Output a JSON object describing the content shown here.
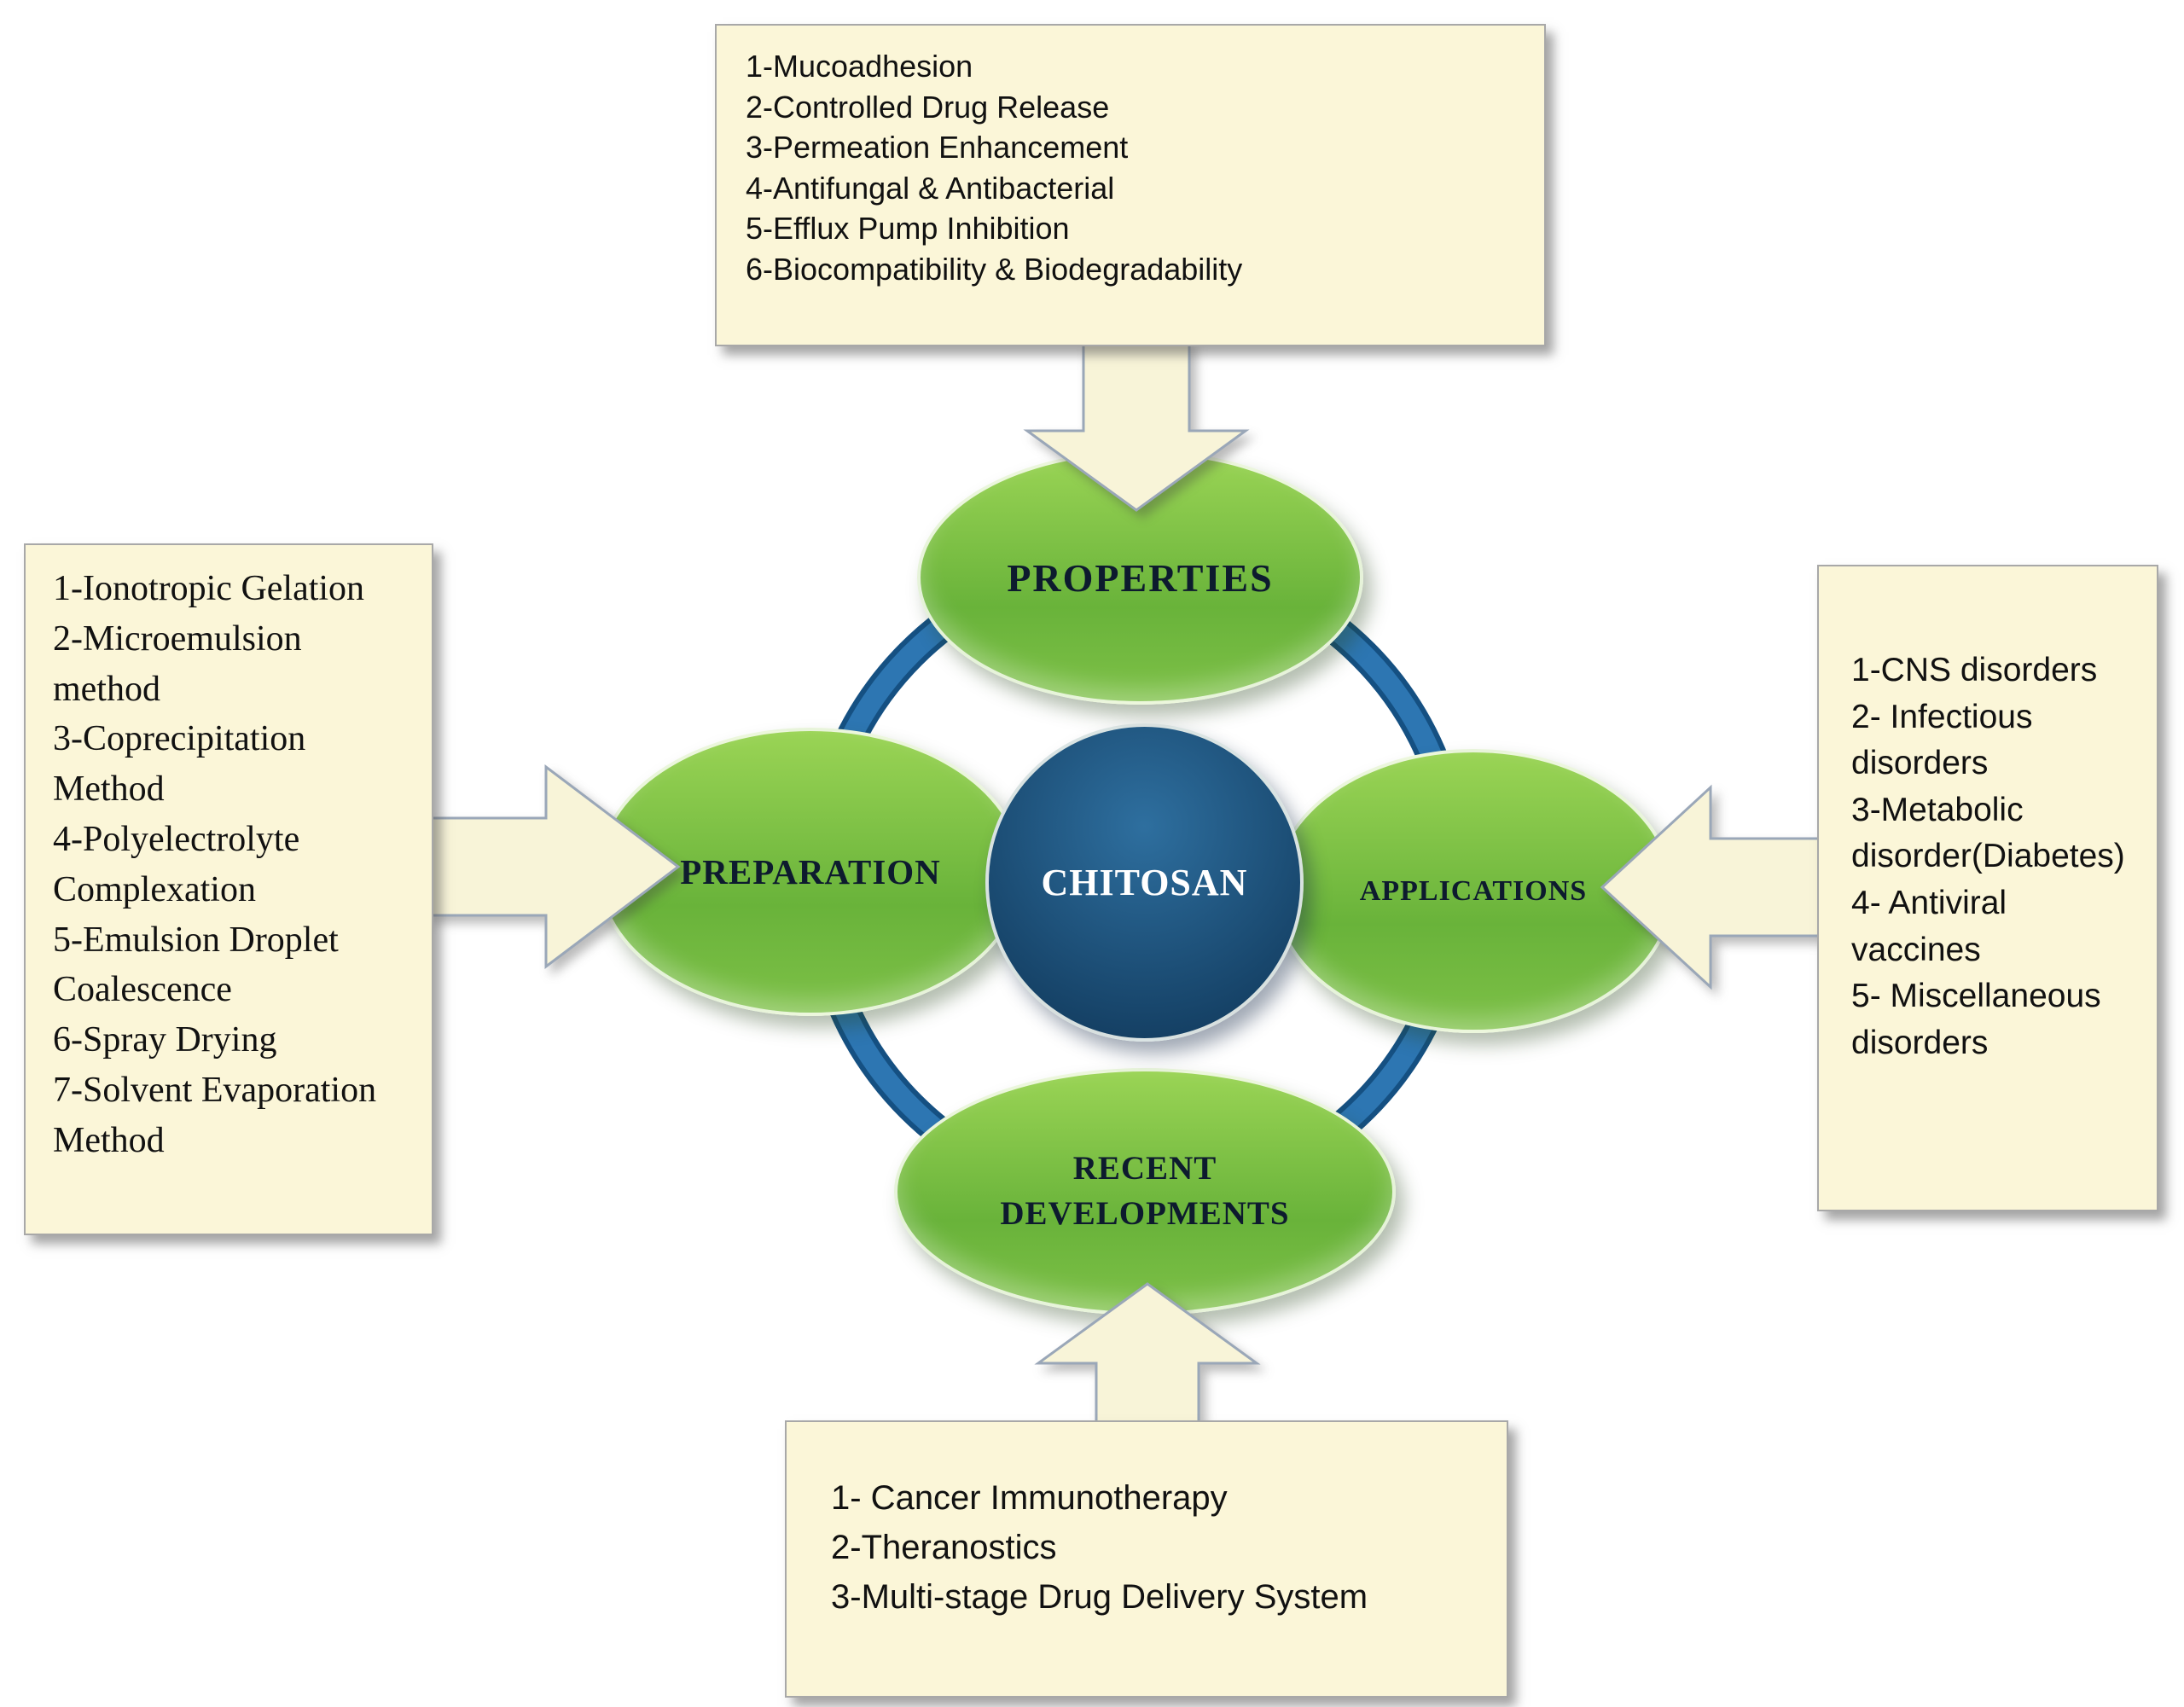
{
  "center": {
    "label": "CHITOSAN"
  },
  "nodes": {
    "properties": {
      "label": "PROPERTIES"
    },
    "preparation": {
      "label": "PREPARATION"
    },
    "applications": {
      "label": "APPLICATIONS"
    },
    "recent_developments": {
      "label": "RECENT DEVELOPMENTS"
    }
  },
  "boxes": {
    "properties": {
      "items": [
        "1-Mucoadhesion",
        "2-Controlled Drug Release",
        "3-Permeation Enhancement",
        "4-Antifungal & Antibacterial",
        "5-Efflux Pump Inhibition",
        "6-Biocompatibility & Biodegradability"
      ]
    },
    "preparation": {
      "items": [
        "1-Ionotropic Gelation",
        "2-Microemulsion method",
        "3-Coprecipitation Method",
        "4-Polyelectrolyte Complexation",
        "5-Emulsion Droplet Coalescence",
        "6-Spray Drying",
        "7-Solvent Evaporation Method"
      ]
    },
    "applications": {
      "items": [
        "1-CNS disorders",
        "2- Infectious disorders",
        "3-Metabolic disorder(Diabetes)",
        "4- Antiviral vaccines",
        "5- Miscellaneous disorders"
      ]
    },
    "recent_developments": {
      "items": [
        "1- Cancer Immunotherapy",
        "2-Theranostics",
        "3-Multi-stage Drug Delivery System"
      ]
    }
  },
  "colors": {
    "box_bg": "#fbf6d8",
    "box_border": "#a8a8a8",
    "arrow_fill": "#f8f4d8",
    "arrow_border": "#9aa7b8",
    "node_green_light": "#9ad455",
    "node_green_dark": "#69b33a",
    "node_label": "#0d1b2e",
    "ring_blue": "#2d76b2",
    "ring_blue_dark": "#155082",
    "center_blue_light": "#2e6f9f",
    "center_blue_dark": "#143f63",
    "center_label": "#ffffff"
  }
}
